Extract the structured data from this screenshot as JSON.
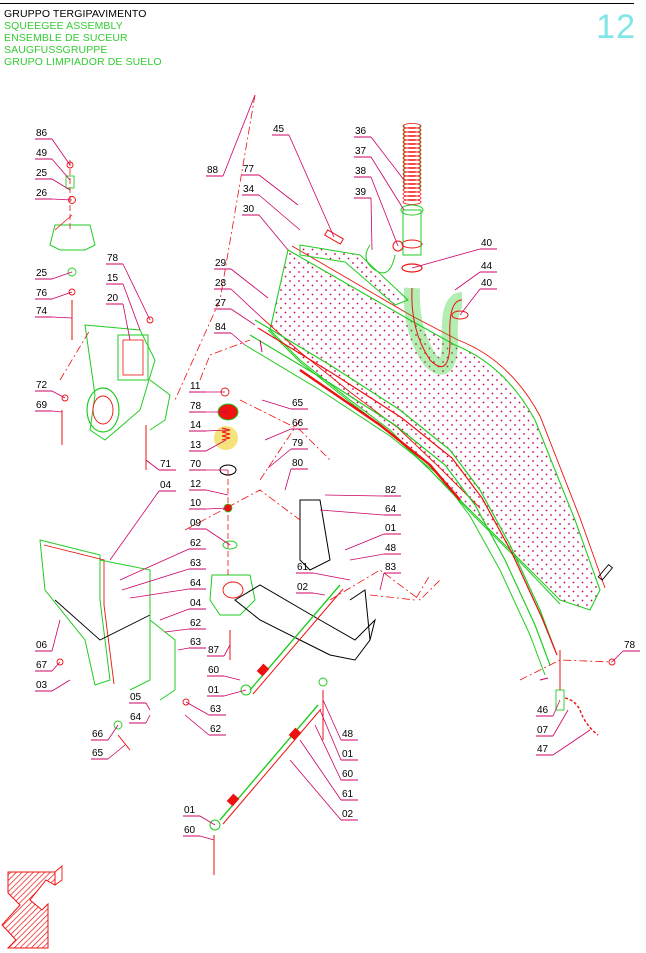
{
  "header": {
    "titles": [
      "GRUPPO TERGIPAVIMENTO",
      "SQUEEGEE ASSEMBLY",
      "ENSEMBLE DE SUCEUR",
      "SAUGFUSSGRUPPE",
      "GRUPO LIMPIADOR DE SUELO"
    ],
    "page_number": "12"
  },
  "colors": {
    "line_green": "#22cc22",
    "line_red": "#ee1111",
    "line_magenta": "#cc0066",
    "text": "#000000",
    "page_number": "#7ee6e6",
    "highlight": "#f5e27a"
  },
  "icons": [
    "back-arrow-icon"
  ],
  "callouts": [
    {
      "id": "86"
    },
    {
      "id": "49"
    },
    {
      "id": "25"
    },
    {
      "id": "26"
    },
    {
      "id": "25"
    },
    {
      "id": "76"
    },
    {
      "id": "74"
    },
    {
      "id": "78"
    },
    {
      "id": "15"
    },
    {
      "id": "20"
    },
    {
      "id": "72"
    },
    {
      "id": "69"
    },
    {
      "id": "11"
    },
    {
      "id": "78"
    },
    {
      "id": "14"
    },
    {
      "id": "13"
    },
    {
      "id": "70"
    },
    {
      "id": "71"
    },
    {
      "id": "12"
    },
    {
      "id": "10"
    },
    {
      "id": "09"
    },
    {
      "id": "04"
    },
    {
      "id": "62"
    },
    {
      "id": "63"
    },
    {
      "id": "64"
    },
    {
      "id": "04"
    },
    {
      "id": "62"
    },
    {
      "id": "63"
    },
    {
      "id": "06"
    },
    {
      "id": "67"
    },
    {
      "id": "03"
    },
    {
      "id": "05"
    },
    {
      "id": "64"
    },
    {
      "id": "63"
    },
    {
      "id": "62"
    },
    {
      "id": "66"
    },
    {
      "id": "65"
    },
    {
      "id": "87"
    },
    {
      "id": "60"
    },
    {
      "id": "01"
    },
    {
      "id": "01"
    },
    {
      "id": "60"
    },
    {
      "id": "88"
    },
    {
      "id": "77"
    },
    {
      "id": "34"
    },
    {
      "id": "30"
    },
    {
      "id": "29"
    },
    {
      "id": "28"
    },
    {
      "id": "27"
    },
    {
      "id": "84"
    },
    {
      "id": "45"
    },
    {
      "id": "36"
    },
    {
      "id": "37"
    },
    {
      "id": "38"
    },
    {
      "id": "39"
    },
    {
      "id": "40"
    },
    {
      "id": "44"
    },
    {
      "id": "40"
    },
    {
      "id": "65"
    },
    {
      "id": "66"
    },
    {
      "id": "79"
    },
    {
      "id": "80"
    },
    {
      "id": "82"
    },
    {
      "id": "64"
    },
    {
      "id": "01"
    },
    {
      "id": "48"
    },
    {
      "id": "83"
    },
    {
      "id": "61"
    },
    {
      "id": "02"
    },
    {
      "id": "48"
    },
    {
      "id": "01"
    },
    {
      "id": "60"
    },
    {
      "id": "61"
    },
    {
      "id": "02"
    },
    {
      "id": "46"
    },
    {
      "id": "07"
    },
    {
      "id": "47"
    },
    {
      "id": "78"
    }
  ]
}
